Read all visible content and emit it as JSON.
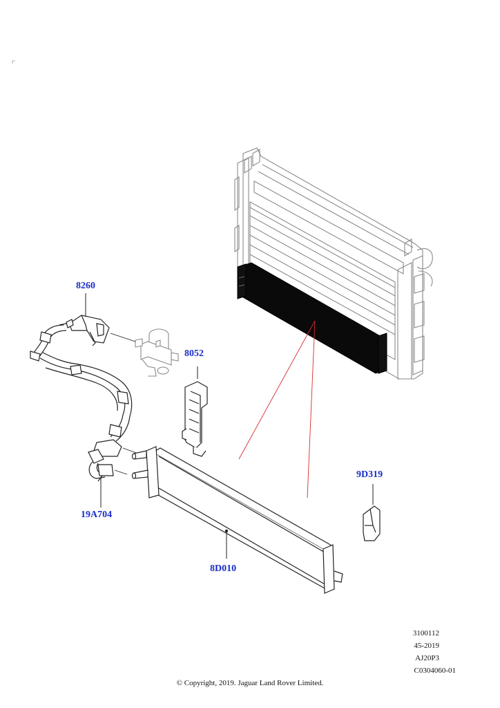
{
  "callouts": {
    "part_8260": "8260",
    "part_8052": "8052",
    "part_9D319": "9D319",
    "part_19A704": "19A704",
    "part_8D010": "8D010"
  },
  "reference": {
    "line1": "3100112",
    "line2": "45-2019",
    "line3": "AJ20P3",
    "line4": "C0304060-01"
  },
  "copyright": "© Copyright, 2019. Jaguar Land Rover Limited.",
  "colors": {
    "callout": "#1a2fc8",
    "leader": "#d62b2b",
    "line": "#222222",
    "ghost": "#9a9a9a"
  }
}
